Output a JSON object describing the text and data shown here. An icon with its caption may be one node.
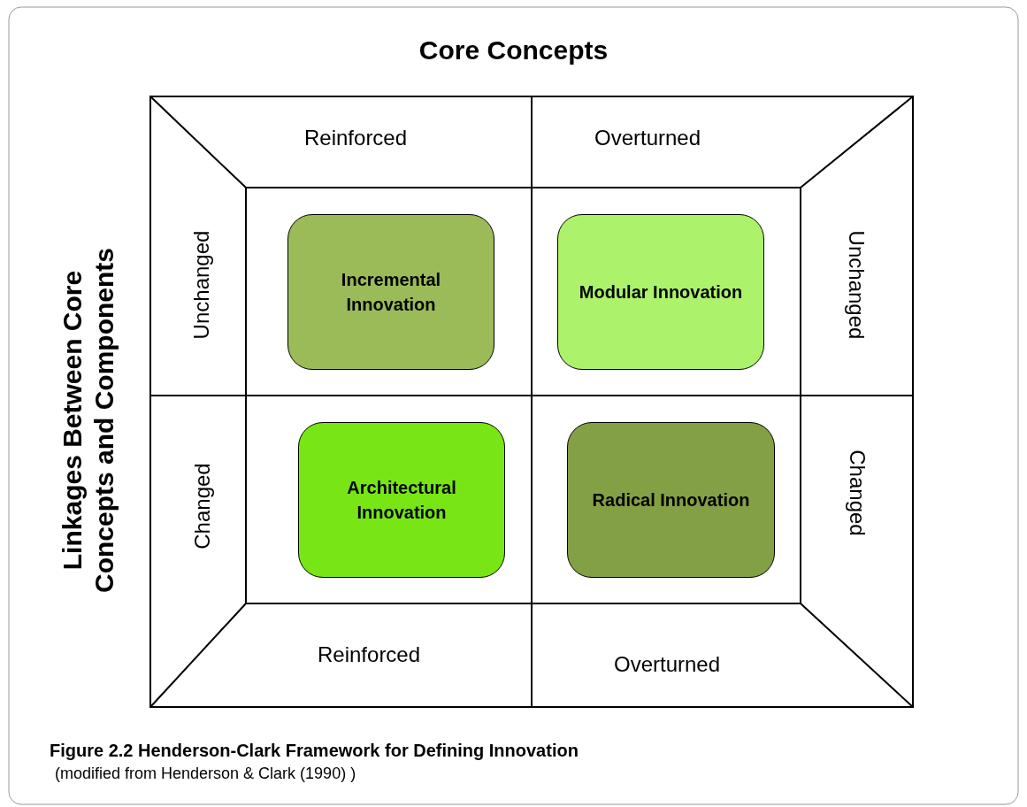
{
  "diagram": {
    "title": "Core Concepts",
    "caption": "Figure 2.2 Henderson-Clark Framework for Defining Innovation",
    "nodes": [
      {
        "text": [
          "Incremental Innovation"
        ]
      },
      {
        "text": [
          "Modular Innovation"
        ]
      },
      {
        "text": [
          "Architectural Innovation"
        ]
      },
      {
        "text": [
          "Radical Innovation"
        ]
      }
    ],
    "labels": [
      "Linkages Between Core Concepts and Components",
      "Reinforced",
      "Overturned",
      "Unchanged",
      "Unchanged",
      "Changed",
      "Changed",
      "Reinforced",
      "Overturned",
      "(modified from Henderson & Clark (1990) )"
    ]
  }
}
